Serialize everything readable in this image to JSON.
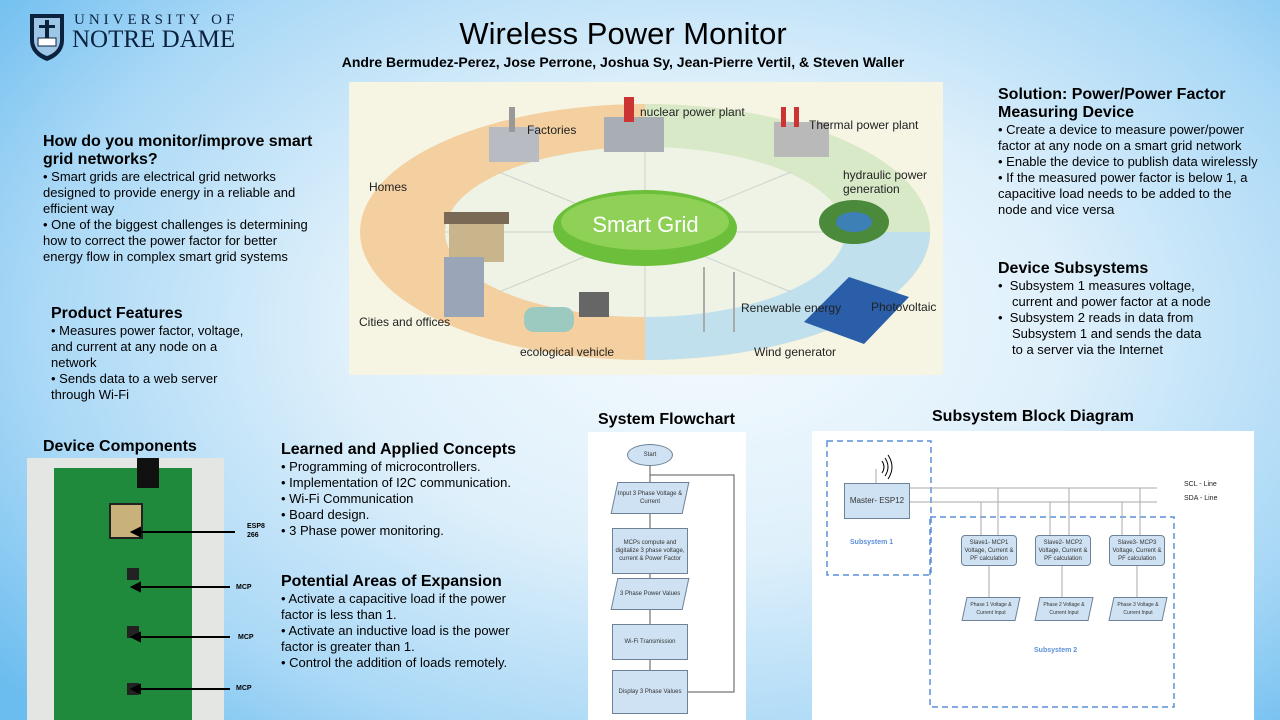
{
  "logo": {
    "line1": "UNIVERSITY OF",
    "line2": "NOTRE DAME"
  },
  "title": "Wireless Power Monitor",
  "authors": "Andre Bermudez-Perez, Jose Perrone, Joshua Sy, Jean-Pierre Vertil, & Steven Waller",
  "smart_grid": {
    "center": "Smart Grid",
    "labels": {
      "factories": "Factories",
      "nuclear": "nuclear power plant",
      "thermal": "Thermal power plant",
      "hydraulic": "hydraulic power generation",
      "homes": "Homes",
      "cities": "Cities and offices",
      "vehicle": "ecological vehicle",
      "renewable": "Renewable energy",
      "photovoltaic": "Photovoltaic",
      "wind": "Wind generator"
    }
  },
  "intro": {
    "heading": "How do you monitor/improve smart grid networks?",
    "bullets": [
      "• Smart grids are electrical grid networks designed to provide energy in a reliable and efficient way",
      "• One of the biggest challenges is determining how to correct the power factor for better energy flow in complex smart grid systems"
    ]
  },
  "features": {
    "heading": "Product Features",
    "bullets": [
      "• Measures power factor, voltage, and current at any node on a network",
      "• Sends data to a web server through Wi-Fi"
    ]
  },
  "components": {
    "heading": "Device Components",
    "labels": [
      "ESP8 266",
      "MCP",
      "MCP",
      "MCP"
    ]
  },
  "learned": {
    "heading": "Learned and Applied Concepts",
    "bullets": [
      "• Programming of microcontrollers.",
      "• Implementation of I2C communication.",
      "• Wi-Fi Communication",
      "• Board design.",
      "• 3 Phase power monitoring."
    ]
  },
  "expansion": {
    "heading": "Potential Areas of Expansion",
    "bullets": [
      "• Activate a capacitive load if the power factor is less than 1.",
      "• Activate an inductive load is the power factor is greater than 1.",
      "• Control the addition of loads remotely."
    ]
  },
  "flowchart": {
    "heading": "System Flowchart",
    "steps": [
      "Start",
      "Input 3 Phase Voltage & Current",
      "MCPs compute and digitalize 3 phase voltage, current & Power Factor",
      "3 Phase Power Values",
      "Wi-Fi Transmission",
      "Display 3 Phase Values"
    ]
  },
  "block": {
    "heading": "Subsystem Block Diagram",
    "master": "Master- ESP12",
    "scl": "SCL - Line",
    "sda": "SDA - Line",
    "sub1": "Subsystem 1",
    "sub2": "Subsystem 2",
    "slaves": [
      "Slave1- MCP1 Voltage, Current & PF calculation",
      "Slave2- MCP2 Voltage, Current & PF calculation",
      "Slave3- MCP3 Voltage, Current & PF calculation"
    ],
    "phases": [
      "Phase 1 Voltage & Current Input",
      "Phase 2 Voltage & Current Input",
      "Phase 3 Voltage & Current Input"
    ]
  },
  "solution": {
    "heading": "Solution: Power/Power Factor Measuring Device",
    "bullets": [
      "• Create a device to measure power/power factor at any node on a smart grid network",
      "• Enable the device to publish data wirelessly",
      "• If the measured power factor is below 1, a capacitive load needs to be added to the node and vice versa"
    ]
  },
  "subsystems": {
    "heading": "Device Subsystems",
    "bullets": [
      "Subsystem 1 measures voltage, current and power factor at a node",
      "Subsystem 2 reads in data from Subsystem 1 and sends the data to a server via the Internet"
    ]
  }
}
